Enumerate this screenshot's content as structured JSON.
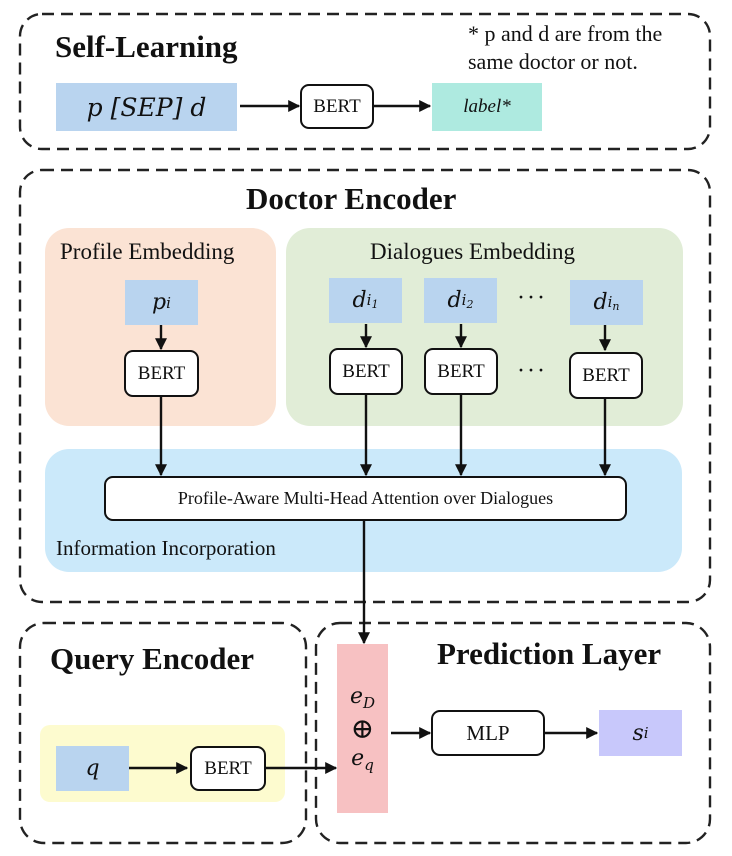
{
  "self_learning": {
    "title": "Self-Learning",
    "note_line1": "* p and d are from the",
    "note_line2": "same doctor or not.",
    "input_p": "p",
    "input_sep": "[SEP]",
    "input_d": "d",
    "encoder": "BERT",
    "output": "label*"
  },
  "doctor_encoder": {
    "title": "Doctor Encoder",
    "profile": {
      "label": "Profile Embedding",
      "input_base": "p",
      "input_sub": "i",
      "encoder": "BERT"
    },
    "dialogues": {
      "label": "Dialogues Embedding",
      "items": [
        {
          "base": "d",
          "sub": "i",
          "subsub": "1",
          "encoder": "BERT"
        },
        {
          "base": "d",
          "sub": "i",
          "subsub": "2",
          "encoder": "BERT"
        },
        {
          "base": "d",
          "sub": "i",
          "subsub": "n",
          "encoder": "BERT"
        }
      ],
      "ellipsis": "···"
    },
    "incorporation": {
      "label": "Information Incorporation",
      "attention": "Profile-Aware Multi-Head Attention over Dialogues"
    }
  },
  "query_encoder": {
    "title": "Query Encoder",
    "input": "q",
    "encoder": "BERT"
  },
  "prediction_layer": {
    "title": "Prediction Layer",
    "concat_top_base": "e",
    "concat_top_sub": "D",
    "concat_op": "⊕",
    "concat_bottom_base": "e",
    "concat_bottom_sub": "q",
    "mlp": "MLP",
    "output_base": "s",
    "output_sub": "i"
  },
  "colors": {
    "input_blue": "#b9d4ef",
    "label_teal": "#aeeae0",
    "profile_bg": "#fbe3d4",
    "dialogues_bg": "#e1edd7",
    "incorporation_bg": "#cbe9fa",
    "query_bg": "#fdfbcf",
    "concat_pink": "#f7c1c2",
    "score_lavender": "#c8c8fb"
  }
}
